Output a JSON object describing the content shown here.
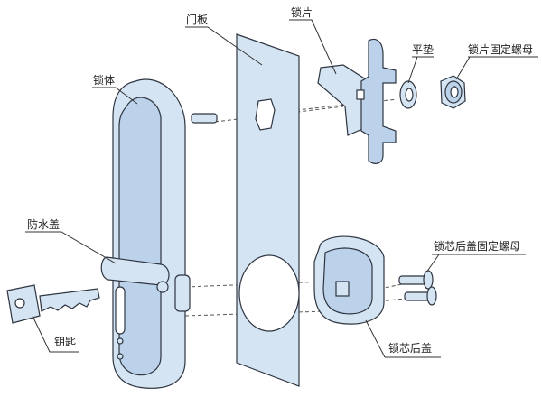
{
  "labels": {
    "door_panel": "门板",
    "lock_plate": "锁片",
    "flat_washer": "平垫",
    "lock_plate_nut": "锁片固定螺母",
    "lock_body": "锁体",
    "waterproof_cover": "防水盖",
    "key": "钥匙",
    "rear_cover_screw": "锁芯后盖固定螺母",
    "rear_cover": "锁芯后盖"
  },
  "colors": {
    "part_fill": "#d4e4f3",
    "outline": "#2e3540"
  }
}
